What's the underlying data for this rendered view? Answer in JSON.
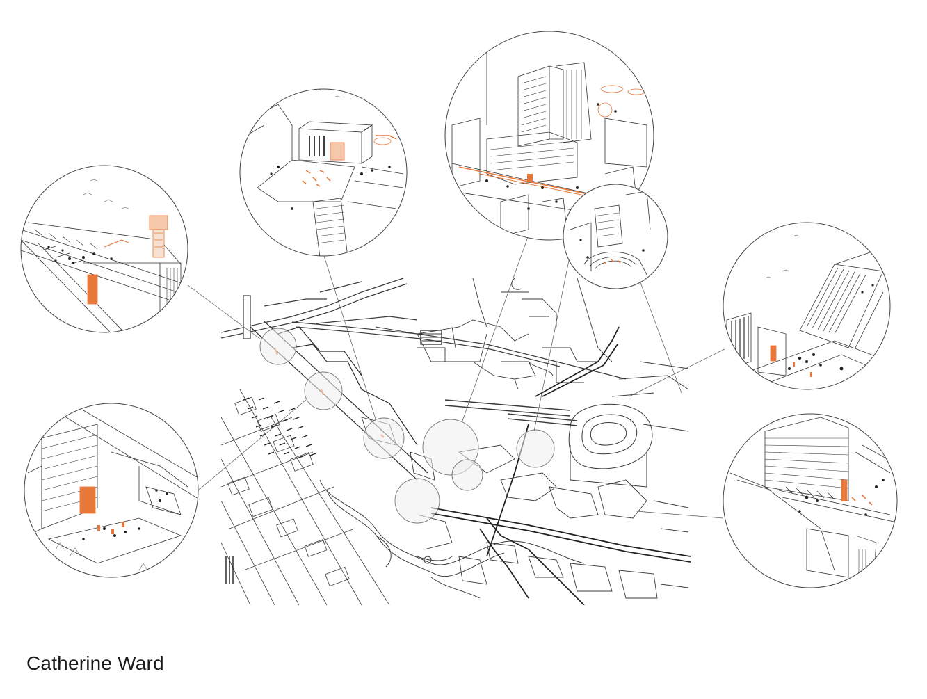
{
  "caption": {
    "author": "Catherine Ward"
  },
  "colors": {
    "line": "#2b2b2b",
    "light_line": "#8a8a8a",
    "accent": "#e8773a",
    "bubble_fill": "#f2f2f2"
  },
  "vignettes": [
    {
      "id": "vignette-tower-rail",
      "icon": "rail-tower-scene"
    },
    {
      "id": "vignette-plaza-courtyard",
      "icon": "courtyard-scene"
    },
    {
      "id": "vignette-highrise-street",
      "icon": "highrise-street-scene"
    },
    {
      "id": "vignette-amphitheatre",
      "icon": "amphitheatre-scene"
    },
    {
      "id": "vignette-garden-grid",
      "icon": "garden-grid-scene"
    },
    {
      "id": "vignette-orange-wall",
      "icon": "orange-wall-scene"
    },
    {
      "id": "vignette-canopy-tower",
      "icon": "canopy-tower-scene"
    }
  ]
}
